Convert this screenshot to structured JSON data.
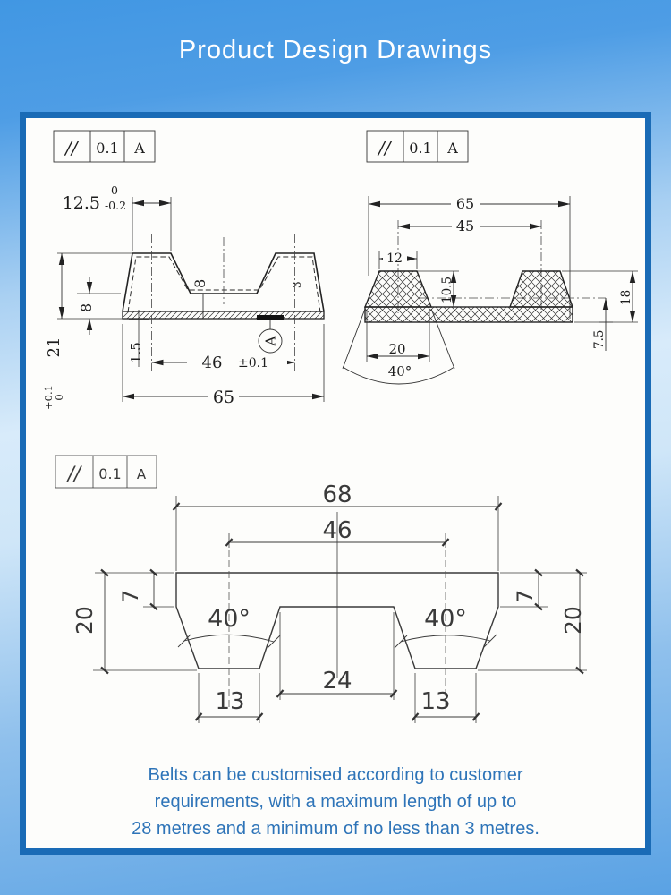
{
  "title": "Product Design Drawings",
  "colors": {
    "background_top": "#4197e3",
    "background_light": "#d8ebfa",
    "background_bottom": "#5aa2e4",
    "panel_border": "#1a6bb6",
    "panel_background": "#fdfdfb",
    "footer_text": "#2e74b8",
    "line_color": "#2a2a2a"
  },
  "tolerance_frame": {
    "symbol": "//",
    "value": "0.1",
    "datum": "A"
  },
  "front_view": {
    "top_width": "12.5",
    "top_tol_upper": "0",
    "top_tol_lower": "-0.2",
    "height": "21",
    "height_tol_upper": "+0.1",
    "height_tol_lower": "0",
    "base_height": "8",
    "web_height": "8",
    "corner": "3",
    "skin": "1.5",
    "spacing": "46",
    "spacing_tol": "±0.1",
    "overall": "65",
    "datum": "A"
  },
  "section_view": {
    "overall": "65",
    "spacing": "45",
    "top_width": "12",
    "block_height": "10.5",
    "total_height": "18",
    "base_height": "7.5",
    "base_width": "20",
    "angle": "40°"
  },
  "profile_view": {
    "overall": "68",
    "spacing": "46",
    "depth": "7",
    "height": "20",
    "angle": "40°",
    "gap": "24",
    "foot": "13"
  },
  "footer": {
    "line1": "Belts can be customised according to customer",
    "line2": "requirements, with a maximum length of up to",
    "line3": "28 metres and a minimum of no less than 3 metres."
  }
}
